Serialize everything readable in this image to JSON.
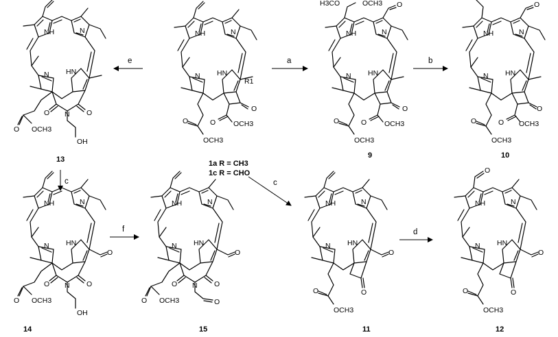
{
  "atoms": {
    "nh": "NH",
    "hn": "HN",
    "n": "N",
    "o": "O",
    "och3": "OCH3",
    "oh": "OH",
    "h3co": "H3CO",
    "och3_acetal": "OCH3",
    "r1": "R1"
  },
  "compounds": [
    {
      "id": "c13",
      "label": "13"
    },
    {
      "id": "c1",
      "label_a": "1a R = CH3",
      "label_c": "1c R = CHO"
    },
    {
      "id": "c9",
      "label": "9"
    },
    {
      "id": "c10",
      "label": "10"
    },
    {
      "id": "c14",
      "label": "14"
    },
    {
      "id": "c15",
      "label": "15"
    },
    {
      "id": "c11",
      "label": "11"
    },
    {
      "id": "c12",
      "label": "12"
    }
  ],
  "steps": {
    "a": "a",
    "b": "b",
    "c1": "c",
    "c2": "c",
    "d": "d",
    "e": "e",
    "f": "f"
  }
}
